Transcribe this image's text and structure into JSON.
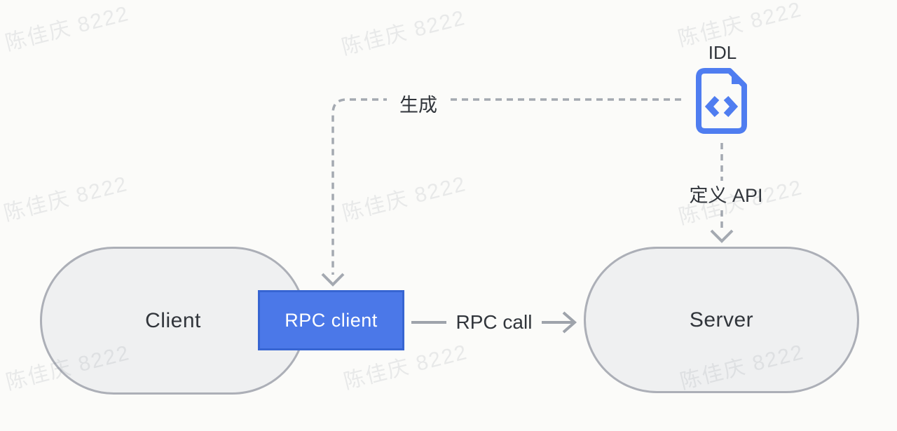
{
  "watermark": {
    "text": "陈佳庆 8222"
  },
  "diagram": {
    "title_hint": "RPC architecture diagram",
    "idl": {
      "label": "IDL",
      "icon": "code-file-icon"
    },
    "client": {
      "label": "Client"
    },
    "server": {
      "label": "Server"
    },
    "rpc_client": {
      "label": "RPC client"
    },
    "edges": {
      "generate": {
        "label": "生成",
        "style": "dashed",
        "from": "IDL",
        "to": "RPC client"
      },
      "define_api": {
        "label": "定义 API",
        "style": "dashed",
        "from": "IDL",
        "to": "Server"
      },
      "rpc_call": {
        "label": "RPC call",
        "style": "solid",
        "from": "RPC client",
        "to": "Server"
      }
    },
    "colors": {
      "background": "#FBFBF9",
      "accent_blue": "#4B78E8",
      "accent_blue_border": "#3765D2",
      "icon_blue": "#4F7DF0",
      "node_fill": "#EFF0F1",
      "node_border": "#ACAFB7",
      "line_gray": "#A4A9B1",
      "arrow_gray": "#9EA3AB",
      "text_dark": "#31353B",
      "watermark_color": "rgba(110,116,128,0.13)"
    }
  }
}
